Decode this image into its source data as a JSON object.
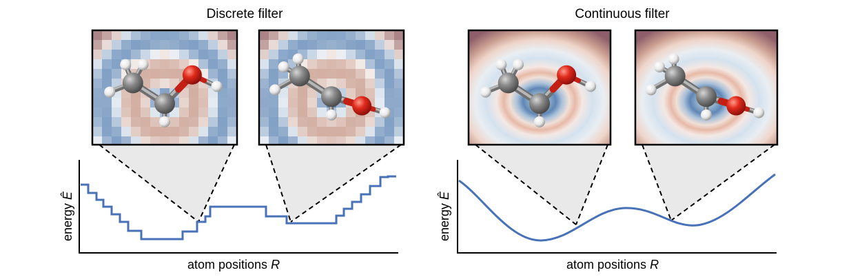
{
  "panels": [
    {
      "title": "Discrete filter",
      "ylabel": "energy",
      "ylabel_symbol": "Ê",
      "xlabel": "atom positions",
      "xlabel_symbol": "R"
    },
    {
      "title": "Continuous filter",
      "ylabel": "energy",
      "ylabel_symbol": "Ê",
      "xlabel": "atom positions",
      "xlabel_symbol": "R"
    }
  ],
  "colors": {
    "curve": "#4872b8",
    "cool": "#5f86b5",
    "warm": "#c79a8a",
    "edge": "#8e5f6a",
    "carbon": "#7a7a7a",
    "oxygen": "#d9251a",
    "hydrogen": "#f2f2f2",
    "callout": "#e9e9e9"
  }
}
